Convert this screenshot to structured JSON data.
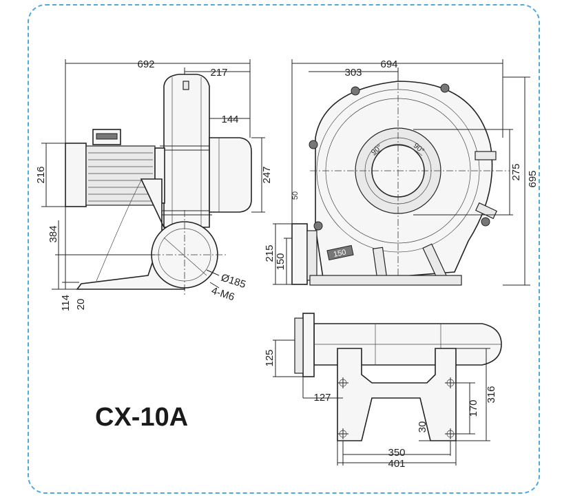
{
  "model": "CX-10A",
  "colors": {
    "frame_border": "#4fa9dc",
    "line": "#222222",
    "fill": "#f6f6f6"
  },
  "side_view": {
    "dims": {
      "overall_width": "692",
      "housing_width": "217",
      "outlet_offset": "144",
      "motor_height": "216",
      "outlet_height": "247",
      "inlet_center_height": "384",
      "base_height": "114",
      "base_plate": "20",
      "inlet_diameter": "Ø185",
      "bolts": "4-M6"
    }
  },
  "front_view": {
    "dims": {
      "overall_width": "694",
      "center_offset": "303",
      "overall_height": "695",
      "inlet_span": "275",
      "outlet_height": "215",
      "outlet_inner": "150",
      "small_mark": "50",
      "angle_left": "90°",
      "angle_right": "90°",
      "badge": "150"
    }
  },
  "top_view": {
    "dims": {
      "outlet_width": "125",
      "flange_offset": "127",
      "hole_spacing_y": "170",
      "base_depth": "316",
      "slot_width": "30",
      "hole_spacing_x": "350",
      "base_width": "401"
    }
  }
}
